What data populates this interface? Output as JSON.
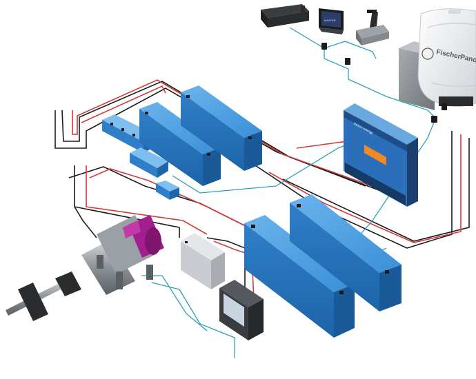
{
  "brand": {
    "generator_brand": "FischerPanda",
    "inverter_brand": "victron energy",
    "display_brand": "MASTER"
  },
  "colors": {
    "background": "#ffffff",
    "battery_blue": "#3a8fd8",
    "battery_blue_dark": "#1f6db5",
    "wire_red": "#d23a3a",
    "wire_black": "#1b1b1b",
    "wire_cyan": "#28a3b3",
    "motor_magenta": "#a11f8c",
    "generator_white": "#eceef0"
  },
  "components": [
    {
      "name": "control-unit",
      "icon": "control-box-icon"
    },
    {
      "name": "touch-display",
      "icon": "display-icon"
    },
    {
      "name": "throttle-lever",
      "icon": "throttle-icon"
    },
    {
      "name": "generator",
      "icon": "generator-icon"
    },
    {
      "name": "inverter-charger",
      "icon": "inverter-icon"
    },
    {
      "name": "lithium-battery",
      "icon": "battery-icon"
    },
    {
      "name": "agm-battery",
      "icon": "battery-icon"
    },
    {
      "name": "electric-motor",
      "icon": "motor-icon"
    },
    {
      "name": "shore-display",
      "icon": "display-icon"
    }
  ]
}
